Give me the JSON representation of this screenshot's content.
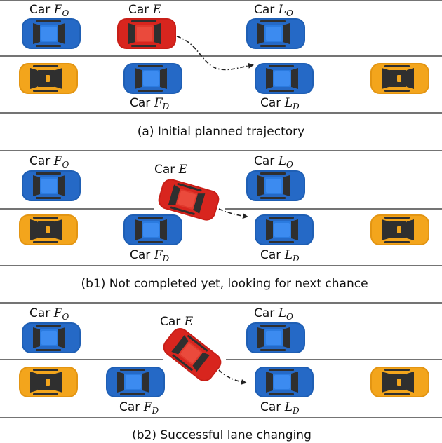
{
  "labels": {
    "fo": {
      "prefix": "Car",
      "var": "F",
      "sub": "O"
    },
    "e": {
      "prefix": "Car",
      "var": "E",
      "sub": ""
    },
    "lo": {
      "prefix": "Car",
      "var": "L",
      "sub": "O"
    },
    "fd": {
      "prefix": "Car",
      "var": "F",
      "sub": "D"
    },
    "ld": {
      "prefix": "Car",
      "var": "L",
      "sub": "D"
    }
  },
  "captions": {
    "a": "(a) Initial planned trajectory",
    "b1": "(b1) Not completed yet, looking for next chance",
    "b2": "(b2) Successful lane changing"
  },
  "colors": {
    "blue_body": "#1f5fb4",
    "blue_roof": "#2b7be0",
    "red_body": "#d8251e",
    "red_roof": "#e0392d",
    "yellow_body": "#f3a51c",
    "window": "#2f2f2f",
    "line": "#222222"
  }
}
